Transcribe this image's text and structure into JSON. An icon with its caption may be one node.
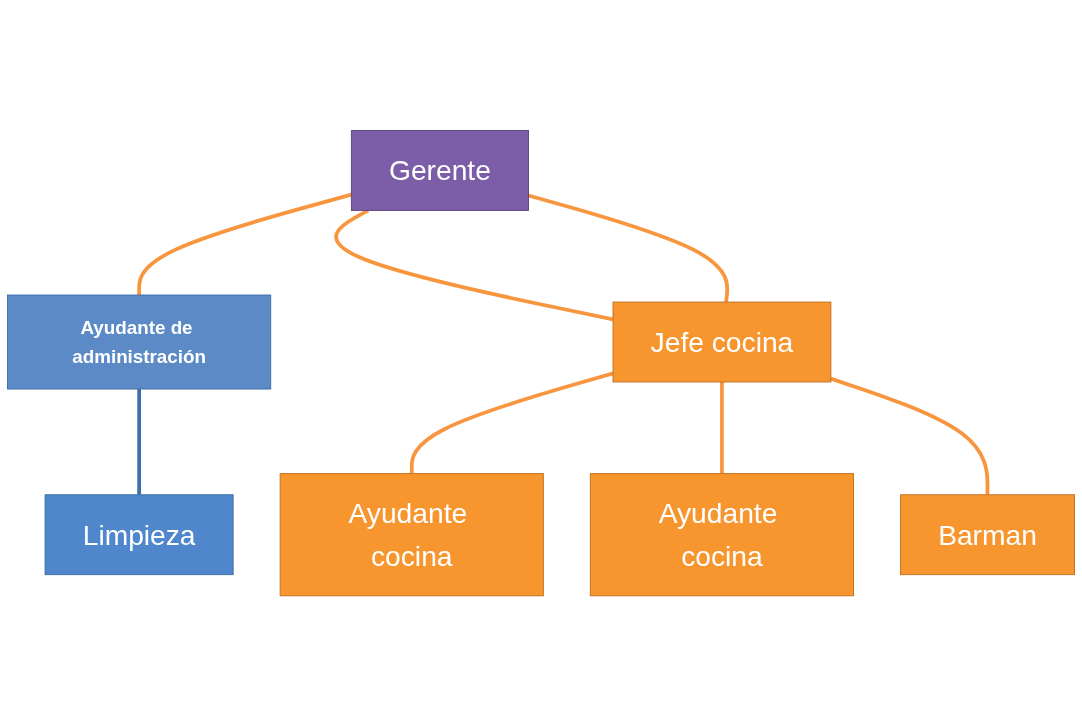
{
  "diagram": {
    "nodes": [
      {
        "text": [
          "Gerente"
        ]
      },
      {
        "text": [
          "Ayudante de administración"
        ]
      },
      {
        "text": [
          "Jefe cocina"
        ]
      },
      {
        "text": [
          "Limpieza"
        ]
      },
      {
        "text": [
          "Ayudante cocina"
        ]
      },
      {
        "text": [
          "Ayudante cocina"
        ]
      },
      {
        "text": [
          "Barman"
        ]
      }
    ],
    "edges": [
      {
        "from": 0,
        "to": 1,
        "arrow": "none"
      },
      {
        "from": 0,
        "to": 2,
        "arrow": "none"
      },
      {
        "from": 0,
        "to": 2,
        "arrow": "none"
      },
      {
        "from": 1,
        "to": 3,
        "arrow": "none",
        "color": "#3f6fa8"
      },
      {
        "from": 2,
        "to": 4,
        "arrow": "none"
      },
      {
        "from": 2,
        "to": 5,
        "arrow": "none"
      },
      {
        "from": 2,
        "to": 6,
        "arrow": "none"
      }
    ]
  }
}
